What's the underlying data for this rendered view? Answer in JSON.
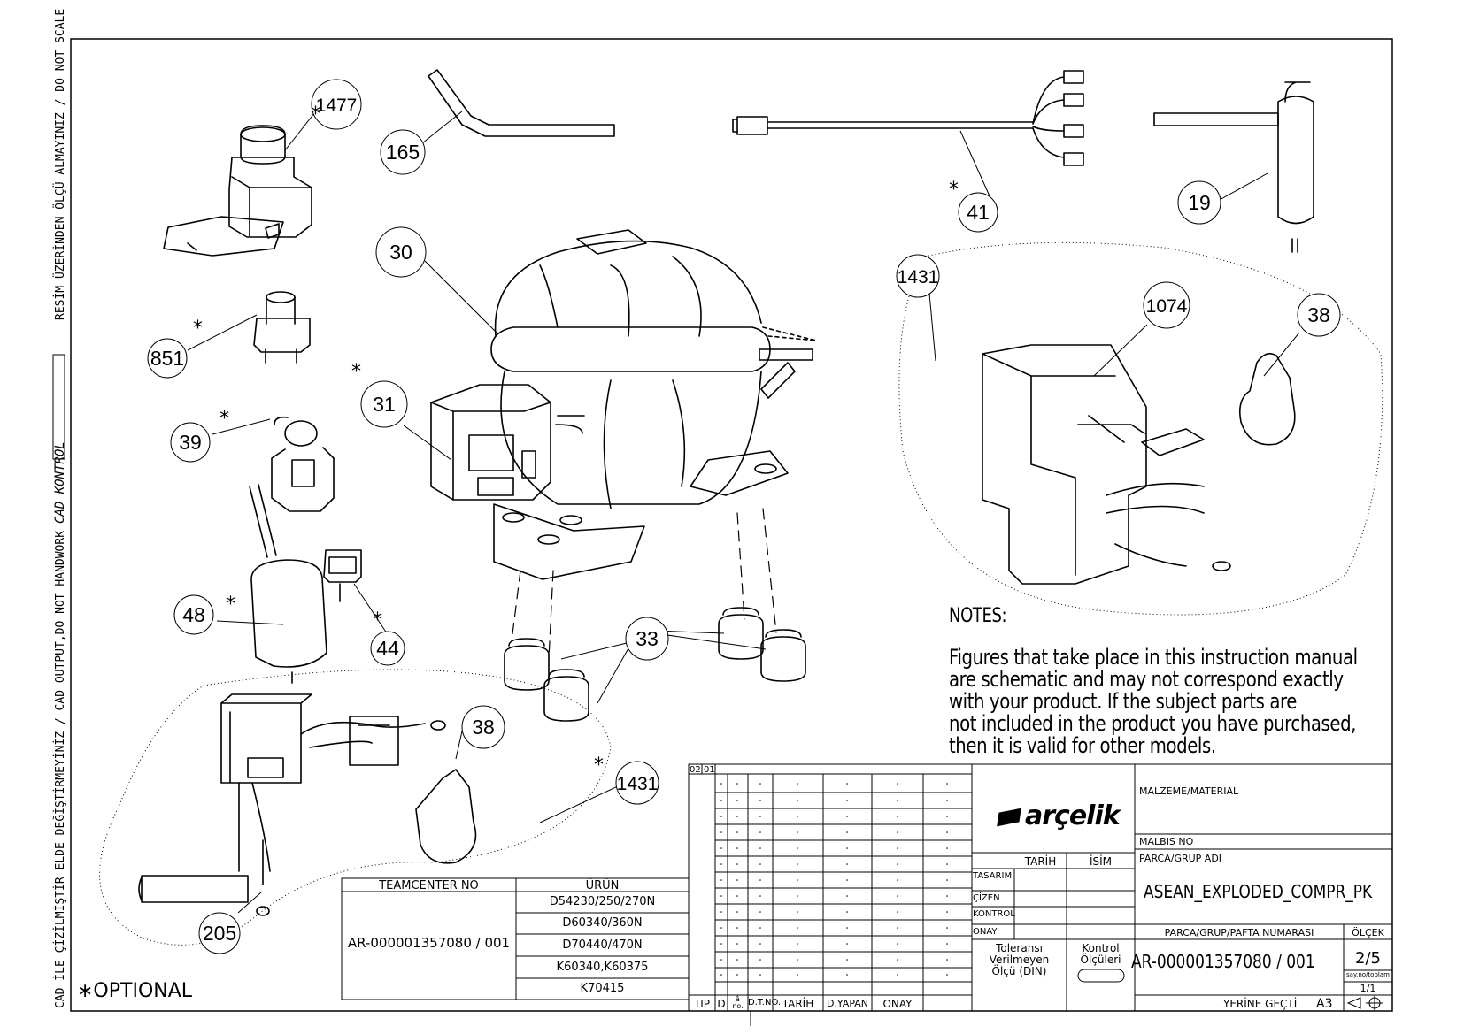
{
  "side_text": {
    "top": "RESİM ÜZERİNDEN ÖLÇÜ ALMAYINIZ / DO NOT SCALE",
    "middle": "CAD KONTROL",
    "bottom": "CAD İLE ÇİZİLMİŞTİR ELDE DEĞİŞTİRMEYİNİZ / CAD OUTPUT,DO NOT HANDWORK"
  },
  "callouts": [
    {
      "id": "c1477",
      "label": "1477"
    },
    {
      "id": "c165",
      "label": "165"
    },
    {
      "id": "c41",
      "label": "41"
    },
    {
      "id": "c19",
      "label": "19"
    },
    {
      "id": "c30",
      "label": "30"
    },
    {
      "id": "c1431a",
      "label": "1431"
    },
    {
      "id": "c1074",
      "label": "1074"
    },
    {
      "id": "c38a",
      "label": "38"
    },
    {
      "id": "c851",
      "label": "851"
    },
    {
      "id": "c31",
      "label": "31"
    },
    {
      "id": "c39",
      "label": "39"
    },
    {
      "id": "c48",
      "label": "48"
    },
    {
      "id": "c44",
      "label": "44"
    },
    {
      "id": "c33",
      "label": "33"
    },
    {
      "id": "c38b",
      "label": "38"
    },
    {
      "id": "c1431b",
      "label": "1431"
    },
    {
      "id": "c205",
      "label": "205"
    }
  ],
  "optional_marker": "*",
  "optional_label": "∗OPTIONAL",
  "notes": {
    "heading": "NOTES:",
    "lines": [
      "Figures that take place in this instruction manual",
      "are schematic and may not correspond exactly",
      "with your product. If the subject parts are",
      "not included in the product you have purchased,",
      "then it is valid for other models."
    ]
  },
  "product_table": {
    "header_left": "TEAMCENTER NO",
    "header_right": "ÜRÜN",
    "teamcenter_no": "AR-000001357080 / 001",
    "products": [
      "D54230/250/270N",
      "D60340/360N",
      "D70440/470N",
      "K60340,K60375",
      "K70415"
    ]
  },
  "revision_block": {
    "rev_numbers": [
      "02",
      "01"
    ],
    "footer": [
      "TIP",
      "D",
      "â\nno.",
      "D.T.NO.",
      "TARİH",
      "D.YAPAN",
      "ONAY"
    ]
  },
  "approval": {
    "col_date": "TARİH",
    "col_name": "İSİM",
    "rows": [
      "TASARIM",
      "ÇİZEN",
      "KONTROL",
      "ONAY"
    ],
    "tolerance": "Toleransı\nVerilmeyen\nÖlçü (DIN)",
    "control": "Kontrol\nÖlçüleri"
  },
  "brand": "arçelik",
  "title_block": {
    "material_label": "MALZEME/MATERIAL",
    "malbis_label": "MALBIS NO",
    "part_group_label": "PARCA/GRUP ADI",
    "part_group_name": "ASEAN_EXPLODED_COMPR_PK",
    "sheet_number_label": "PARCA/GRUP/PAFTA NUMARASI",
    "scale_label": "ÖLÇEK",
    "sheet_number": "AR-000001357080 / 001",
    "scale_value": "2/5",
    "sheet_count_label": "say.no/toplam",
    "sheet_count": "1/1",
    "replaces_label": "YERİNE GEÇTİ",
    "paper_size": "A3"
  }
}
